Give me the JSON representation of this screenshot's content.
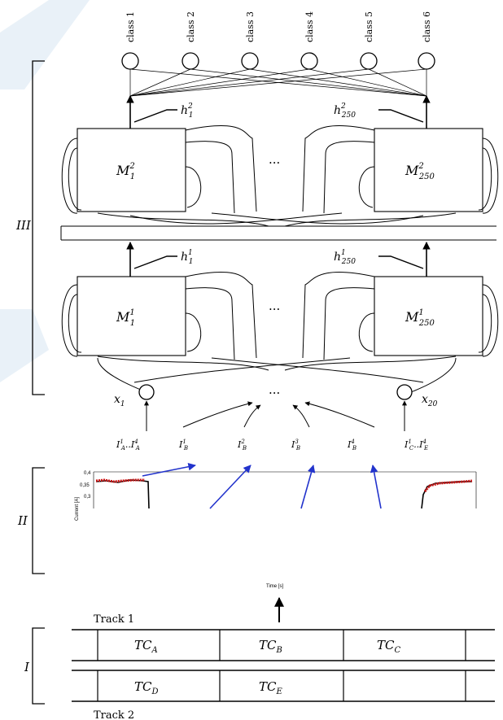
{
  "classes": [
    "class 1",
    "class 2",
    "class 3",
    "class 4",
    "class 5",
    "class 6"
  ],
  "sections": {
    "top": "III",
    "middle": "II",
    "bottom": "I"
  },
  "layer2": {
    "h_left": "h",
    "h_left_sup": "2",
    "h_left_sub": "1",
    "h_right": "h",
    "h_right_sup": "2",
    "h_right_sub": "250",
    "m_left": "M",
    "m_left_sup": "2",
    "m_left_sub": "1",
    "m_right": "M",
    "m_right_sup": "2",
    "m_right_sub": "250",
    "dots": "···"
  },
  "layer1": {
    "h_left": "h",
    "h_left_sup": "1",
    "h_left_sub": "1",
    "h_right": "h",
    "h_right_sup": "1",
    "h_right_sub": "250",
    "m_left": "M",
    "m_left_sup": "1",
    "m_left_sub": "1",
    "m_right": "M",
    "m_right_sup": "1",
    "m_right_sub": "250",
    "dots": "···"
  },
  "inputs": {
    "x_left": "x",
    "x_left_sub": "1",
    "x_right": "x",
    "x_right_sub": "20",
    "dots": "···",
    "labels": [
      {
        "text": "I",
        "sup": "1",
        "sub": "A",
        "tail": "..I",
        "tail_sup": "4",
        "tail_sub": "A"
      },
      {
        "text": "I",
        "sup": "1",
        "sub": "B"
      },
      {
        "text": "I",
        "sup": "2",
        "sub": "B"
      },
      {
        "text": "I",
        "sup": "3",
        "sub": "B"
      },
      {
        "text": "I",
        "sup": "4",
        "sub": "B"
      },
      {
        "text": "I",
        "sup": "1",
        "sub": "C",
        "tail": "..I",
        "tail_sup": "4",
        "tail_sub": "E"
      }
    ]
  },
  "plot": {
    "ylabel": "Current [A]",
    "xlabel": "Time [s]",
    "yticks": [
      "0,4",
      "0,35",
      "0,3"
    ],
    "line_color": "#000000",
    "marker_color": "#cc1111",
    "arrow_color": "#2233cc"
  },
  "tracks": {
    "track1": "Track 1",
    "track2": "Track 2",
    "top_cells": [
      {
        "name": "TC",
        "sub": "A"
      },
      {
        "name": "TC",
        "sub": "B"
      },
      {
        "name": "TC",
        "sub": "C"
      }
    ],
    "bottom_cells": [
      {
        "name": "TC",
        "sub": "D"
      },
      {
        "name": "TC",
        "sub": "E"
      }
    ]
  }
}
